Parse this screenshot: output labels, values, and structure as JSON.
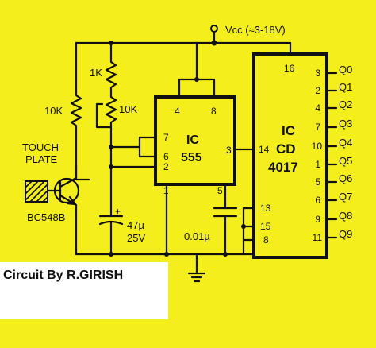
{
  "supply": {
    "label": "Vcc (≈3-18V)"
  },
  "resistors": {
    "r1": "10K",
    "r2": "1K",
    "pot": "10K"
  },
  "touch": {
    "line1": "TOUCH",
    "line2": "PLATE"
  },
  "transistor": {
    "label": "BC548B"
  },
  "capacitors": {
    "c1_value": "47µ",
    "c1_voltage": "25V",
    "c1_polarity": "+",
    "c2": "0.01µ"
  },
  "ic555": {
    "title_line1": "IC",
    "title_line2": "555",
    "pins": {
      "p1": "1",
      "p2": "2",
      "p3": "3",
      "p4": "4",
      "p5": "5",
      "p6": "6",
      "p7": "7",
      "p8": "8"
    }
  },
  "ic4017": {
    "title_line1": "IC",
    "title_line2": "CD",
    "title_line3": "4017",
    "pin_clock": "14",
    "pin_vcc": "16",
    "pins_left": [
      "13",
      "15",
      "8"
    ],
    "pins_right": [
      "3",
      "2",
      "4",
      "7",
      "10",
      "1",
      "5",
      "6",
      "9",
      "11"
    ]
  },
  "outputs": [
    "Q0",
    "Q1",
    "Q2",
    "Q3",
    "Q4",
    "Q5",
    "Q6",
    "Q7",
    "Q8",
    "Q9"
  ],
  "credit": "Circuit By R.GIRISH"
}
